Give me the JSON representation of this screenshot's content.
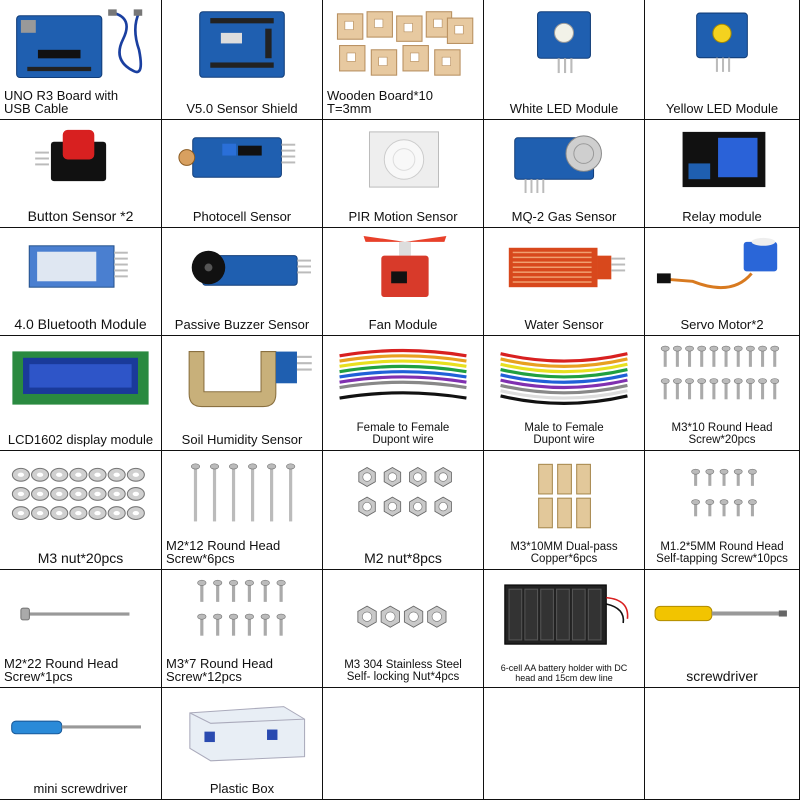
{
  "items": [
    {
      "label": "UNO R3 Board with\nUSB Cable",
      "icon": "uno-board-icon",
      "style": "left"
    },
    {
      "label": "V5.0 Sensor Shield",
      "icon": "sensor-shield-icon"
    },
    {
      "label": "Wooden Board*10\nT=3mm",
      "icon": "wooden-board-icon",
      "style": "left"
    },
    {
      "label": "White LED Module",
      "icon": "white-led-icon"
    },
    {
      "label": "Yellow LED Module",
      "icon": "yellow-led-icon"
    },
    {
      "label": "Button Sensor *2",
      "icon": "button-sensor-icon",
      "style": "big"
    },
    {
      "label": "Photocell Sensor",
      "icon": "photocell-icon"
    },
    {
      "label": "PIR Motion Sensor",
      "icon": "pir-sensor-icon"
    },
    {
      "label": "MQ-2 Gas Sensor",
      "icon": "gas-sensor-icon"
    },
    {
      "label": "Relay module",
      "icon": "relay-icon"
    },
    {
      "label": "4.0 Bluetooth Module",
      "icon": "bluetooth-module-icon",
      "style": "big"
    },
    {
      "label": "Passive Buzzer Sensor",
      "icon": "buzzer-icon"
    },
    {
      "label": "Fan Module",
      "icon": "fan-module-icon"
    },
    {
      "label": "Water Sensor",
      "icon": "water-sensor-icon"
    },
    {
      "label": "Servo Motor*2",
      "icon": "servo-icon"
    },
    {
      "label": "LCD1602 display module",
      "icon": "lcd-icon"
    },
    {
      "label": "Soil Humidity Sensor",
      "icon": "soil-sensor-icon"
    },
    {
      "label": "Female to Female\nDupont wire",
      "icon": "ff-wire-icon",
      "style": "med"
    },
    {
      "label": "Male to Female\nDupont wire",
      "icon": "mf-wire-icon",
      "style": "med"
    },
    {
      "label": "M3*10 Round Head\nScrew*20pcs",
      "icon": "m3-screw-icon",
      "style": "med"
    },
    {
      "label": "M3 nut*20pcs",
      "icon": "m3-nut-icon",
      "style": "big"
    },
    {
      "label": "M2*12 Round Head\nScrew*6pcs",
      "icon": "m2-screw-icon",
      "style": "left"
    },
    {
      "label": "M2 nut*8pcs",
      "icon": "m2-nut-icon",
      "style": "big"
    },
    {
      "label": "M3*10MM Dual-pass\nCopper*6pcs",
      "icon": "copper-pillar-icon",
      "style": "med"
    },
    {
      "label": "M1.2*5MM Round Head\nSelf-tapping Screw*10pcs",
      "icon": "tapping-screw-icon",
      "style": "med"
    },
    {
      "label": "M2*22 Round Head\nScrew*1pcs",
      "icon": "m2-long-screw-icon",
      "style": "left"
    },
    {
      "label": "M3*7 Round Head\nScrew*12pcs",
      "icon": "m3-short-screw-icon",
      "style": "left"
    },
    {
      "label": "M3 304 Stainless Steel\nSelf- locking Nut*4pcs",
      "icon": "lock-nut-icon",
      "style": "med"
    },
    {
      "label": "6-cell AA battery holder with DC\nhead and 15cm dew line",
      "icon": "battery-holder-icon",
      "style": "small"
    },
    {
      "label": "screwdriver",
      "icon": "screwdriver-icon",
      "style": "big"
    },
    {
      "label": "mini screwdriver",
      "icon": "mini-screwdriver-icon"
    },
    {
      "label": "Plastic Box",
      "icon": "plastic-box-icon"
    },
    {
      "label": "",
      "icon": ""
    },
    {
      "label": "",
      "icon": ""
    },
    {
      "label": "",
      "icon": ""
    }
  ]
}
